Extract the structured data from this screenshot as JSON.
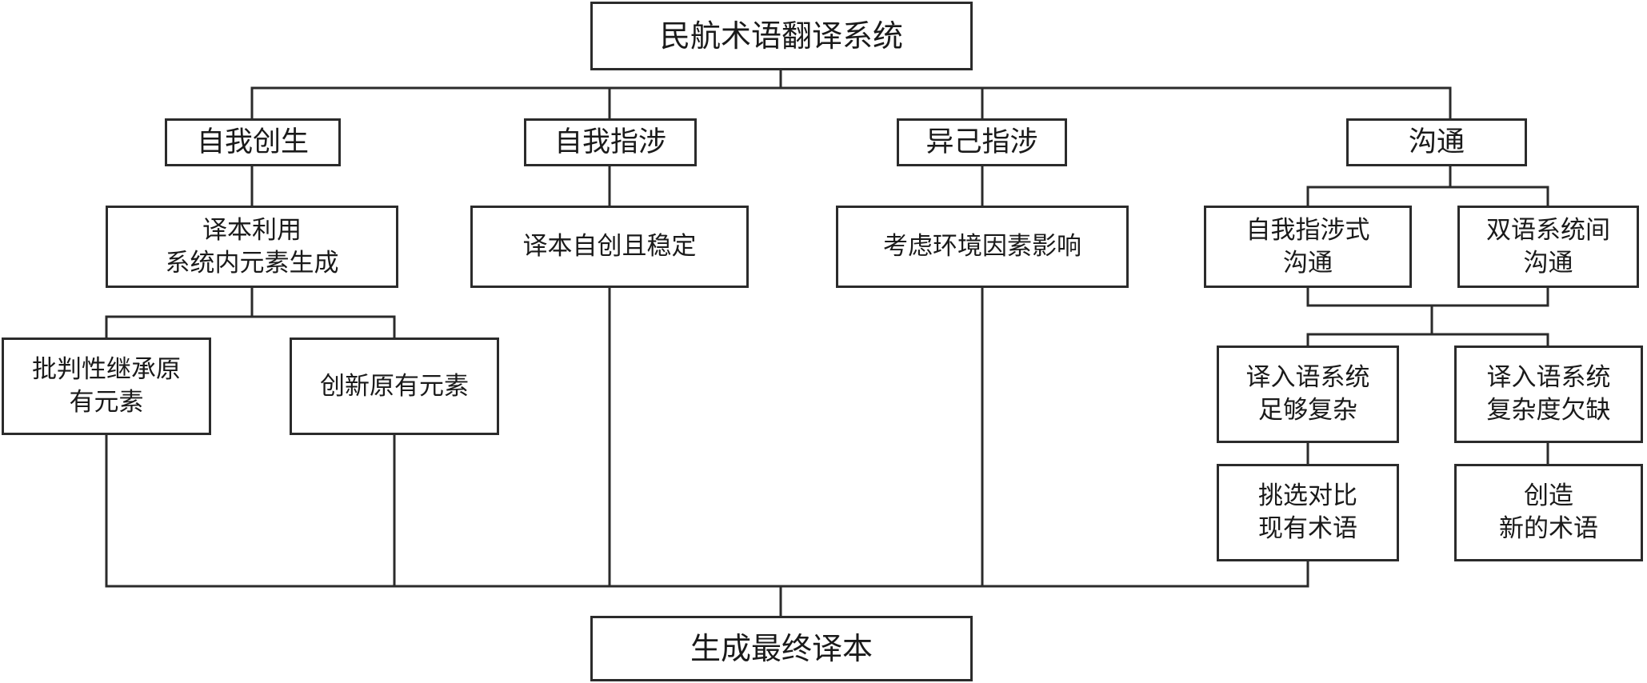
{
  "diagram": {
    "root": {
      "label": "民航术语翻译系统"
    },
    "categories": [
      {
        "label": "自我创生"
      },
      {
        "label": "自我指涉"
      },
      {
        "label": "异己指涉"
      },
      {
        "label": "沟通"
      }
    ],
    "nodes": {
      "translation_uses_system_elements": "译本利用\n系统内元素生成",
      "critical_inherit": "批判性继承原\n有元素",
      "innovate_original": "创新原有元素",
      "self_created_stable": "译本自创且稳定",
      "consider_environment": "考虑环境因素影响",
      "self_referential_communication": "自我指涉式\n沟通",
      "bilingual_communication": "双语系统间\n沟通",
      "target_complex_enough": "译入语系统\n足够复杂",
      "target_lacks_complexity": "译入语系统\n复杂度欠缺",
      "select_compare_terms": "挑选对比\n现有术语",
      "create_new_terms": "创造\n新的术语"
    },
    "result": {
      "label": "生成最终译本"
    }
  }
}
